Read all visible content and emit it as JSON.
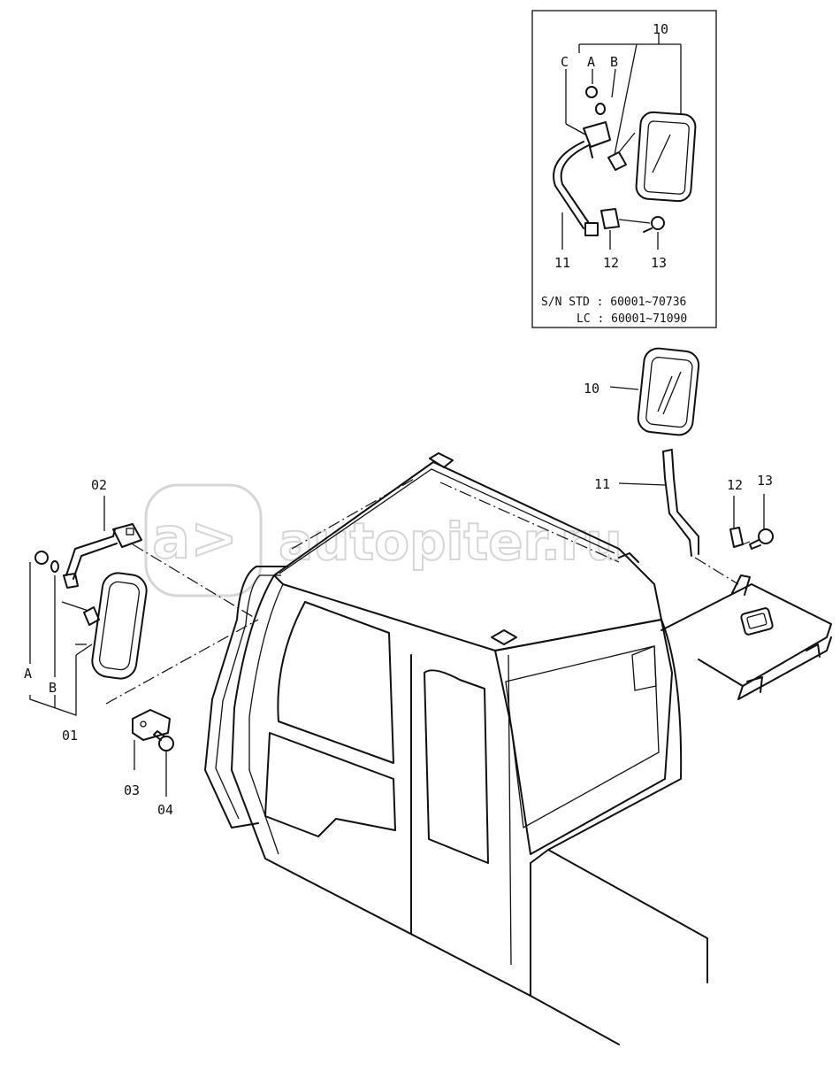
{
  "watermark": {
    "text": "autopiter.ru"
  },
  "inset": {
    "labels": {
      "p10": "10",
      "c": "C",
      "a": "A",
      "b": "B",
      "p11": "11",
      "p12": "12",
      "p13": "13"
    },
    "sn_line1": "S/N STD : 60001~70736",
    "sn_line2": "LC  : 60001~71090"
  },
  "main_labels": {
    "p10": "10",
    "p11": "11",
    "p12": "12",
    "p13": "13",
    "p02": "02",
    "p01": "01",
    "p03": "03",
    "p04": "04",
    "a": "A",
    "b": "B"
  },
  "colors": {
    "ink": "#111111",
    "watermark": "#d6d6d6",
    "background": "#ffffff"
  }
}
